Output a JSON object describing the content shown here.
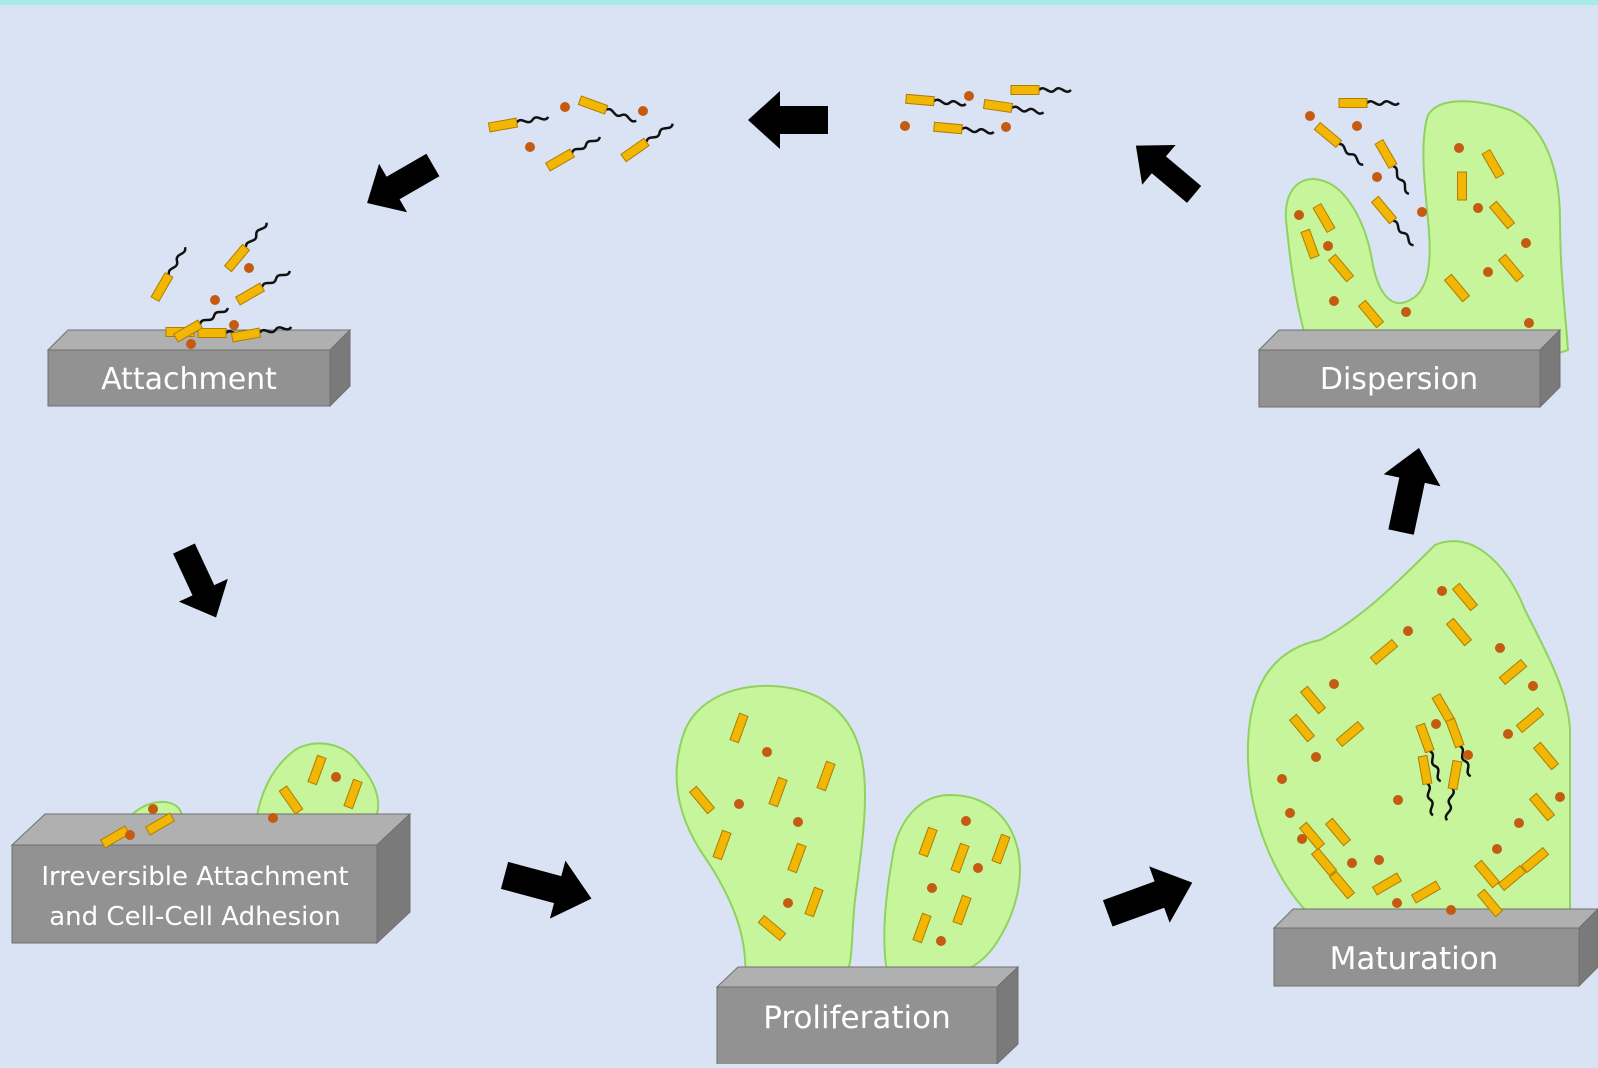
{
  "diagram": {
    "stages": [
      {
        "id": "attachment",
        "lines": [
          "Attachment"
        ]
      },
      {
        "id": "irreversible",
        "lines": [
          "Irreversible Attachment",
          "and Cell-Cell Adhesion"
        ]
      },
      {
        "id": "proliferation",
        "lines": [
          "Proliferation"
        ]
      },
      {
        "id": "maturation",
        "lines": [
          "Maturation"
        ]
      },
      {
        "id": "dispersion",
        "lines": [
          "Dispersion"
        ]
      }
    ]
  },
  "colors": {
    "background": "#dae3f3",
    "top_band": "#a6ebe4",
    "surface_front": "#929292",
    "surface_top": "#b0b0b0",
    "surface_side": "#7a7a7a",
    "biofilm_fill": "#c6f59c",
    "biofilm_stroke": "#8fd35e",
    "bacterium": "#f2b705",
    "bacterium_stroke": "#b07d00",
    "dot": "#c55a11",
    "arrow": "#000000",
    "label": "#ffffff"
  }
}
